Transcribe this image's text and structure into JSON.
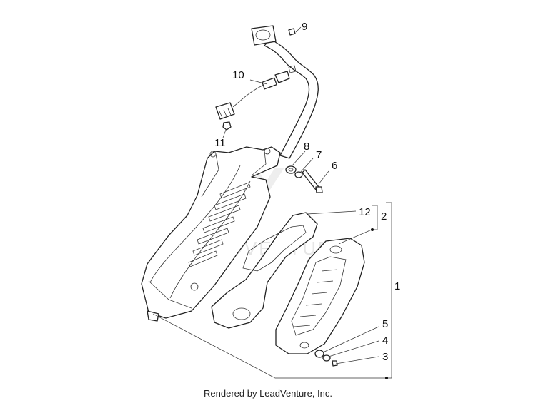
{
  "callouts": {
    "c1": "1",
    "c2": "2",
    "c3": "3",
    "c4": "4",
    "c5": "5",
    "c6": "6",
    "c7": "7",
    "c8": "8",
    "c9": "9",
    "c10": "10",
    "c11": "11",
    "c12": "12"
  },
  "watermark": "LEADVENTURE",
  "footer": "Rendered by LeadVenture, Inc."
}
